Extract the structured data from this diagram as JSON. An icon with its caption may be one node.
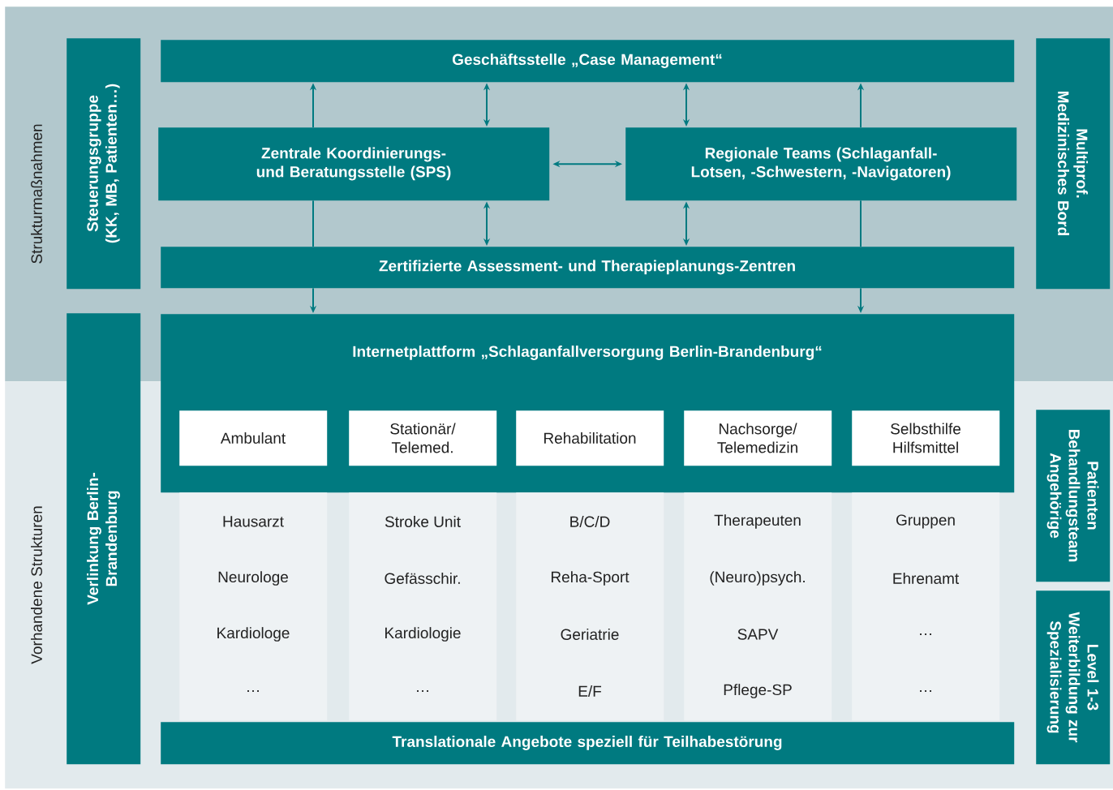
{
  "diagram": {
    "nodes": [
      {
        "text": [
          "Strukturmaßnahmen"
        ]
      },
      {
        "text": [
          "Steuerungsgruppe (KK, MB, Patienten…)"
        ],
        "in": 0
      },
      {
        "text": [
          "Geschäftsstelle „Case Management“"
        ],
        "in": 0
      },
      {
        "text": [
          "Zentrale Koordinierungs- und Beratungsstelle (SPS)"
        ],
        "in": 0
      },
      {
        "text": [
          "Regionale Teams (Schlaganfall-Lotsen, -Schwestern, -Navigatoren)"
        ],
        "in": 0
      },
      {
        "text": [
          "Zertifizierte Assessment- und Therapieplanungs-Zentren"
        ],
        "in": 0
      },
      {
        "text": [
          "Multiprof. Medizinisches Bord"
        ],
        "in": 0
      },
      {
        "text": [
          "Vorhandene Strukturen"
        ]
      },
      {
        "text": [
          "Verlinkung Berlin-Brandenburg"
        ]
      },
      {
        "text": [
          "Internetplattform „Schlaganfallversorgung Berlin-Brandenburg“"
        ]
      },
      {
        "text": [
          "Ambulant"
        ]
      },
      {
        "text": [
          "Stationär/ Telemed."
        ]
      },
      {
        "text": [
          "Rehabilitation"
        ]
      },
      {
        "text": [
          "Nachsorge/ Telemedizin"
        ]
      },
      {
        "text": [
          "Selbsthilfe Hilfsmittel"
        ]
      },
      {
        "text": [
          "Hausarzt",
          "Neurologe",
          "Kardiologe",
          "…"
        ],
        "in": 7
      },
      {
        "text": [
          "Stroke Unit",
          "Gefässchir.",
          "Kardiologie",
          "…"
        ],
        "in": 7
      },
      {
        "text": [
          "B/C/D",
          "Reha-Sport",
          "Geriatrie",
          "E/F"
        ],
        "in": 7
      },
      {
        "text": [
          "Therapeuten",
          "(Neuro)psych.",
          "SAPV",
          "Pflege-SP"
        ],
        "in": 7
      },
      {
        "text": [
          "Gruppen",
          "Ehrenamt",
          "…",
          "…"
        ],
        "in": 7
      },
      {
        "text": [
          "Translationale Angebote speziell für Teilhabestörung"
        ],
        "in": 7
      },
      {
        "text": [
          "Patienten Behandlungsteam Angehörige"
        ],
        "in": 7
      },
      {
        "text": [
          "Level 1-3 Weiterbildung zur Spezialisierung"
        ],
        "in": 7
      }
    ],
    "edges": [
      {
        "from": 3,
        "to": 2,
        "arrow": "to"
      },
      {
        "from": 3,
        "to": 2,
        "arrow": "both"
      },
      {
        "from": 4,
        "to": 2,
        "arrow": "both"
      },
      {
        "from": 4,
        "to": 2,
        "arrow": "to"
      },
      {
        "from": 3,
        "to": 4,
        "arrow": "both"
      },
      {
        "from": 3,
        "to": 5,
        "arrow": "both"
      },
      {
        "from": 4,
        "to": 5,
        "arrow": "both"
      },
      {
        "from": 3,
        "to": 5,
        "arrow": "none"
      },
      {
        "from": 4,
        "to": 5,
        "arrow": "none"
      },
      {
        "from": 5,
        "to": 9,
        "arrow": "to"
      },
      {
        "from": 5,
        "to": 9,
        "arrow": "to"
      }
    ]
  }
}
